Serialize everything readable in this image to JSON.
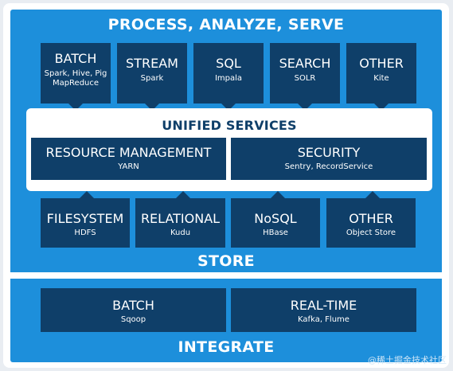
{
  "process": {
    "title": "PROCESS, ANALYZE, SERVE",
    "boxes": [
      {
        "title": "BATCH",
        "sub": "Spark, Hive, Pig",
        "sub2": "MapReduce"
      },
      {
        "title": "STREAM",
        "sub": "Spark",
        "sub2": ""
      },
      {
        "title": "SQL",
        "sub": "Impala",
        "sub2": ""
      },
      {
        "title": "SEARCH",
        "sub": "SOLR",
        "sub2": ""
      },
      {
        "title": "OTHER",
        "sub": "Kite",
        "sub2": ""
      }
    ]
  },
  "unified": {
    "title": "UNIFIED SERVICES",
    "boxes": [
      {
        "title": "RESOURCE MANAGEMENT",
        "sub": "YARN"
      },
      {
        "title": "SECURITY",
        "sub": "Sentry, RecordService"
      }
    ]
  },
  "store": {
    "title": "STORE",
    "boxes": [
      {
        "title": "FILESYSTEM",
        "sub": "HDFS"
      },
      {
        "title": "RELATIONAL",
        "sub": "Kudu"
      },
      {
        "title": "NoSQL",
        "sub": "HBase"
      },
      {
        "title": "OTHER",
        "sub": "Object Store"
      }
    ]
  },
  "integrate": {
    "title": "INTEGRATE",
    "boxes": [
      {
        "title": "BATCH",
        "sub": "Sqoop"
      },
      {
        "title": "REAL-TIME",
        "sub": "Kafka, Flume"
      }
    ]
  },
  "watermark": "@稀土掘金技术社区"
}
